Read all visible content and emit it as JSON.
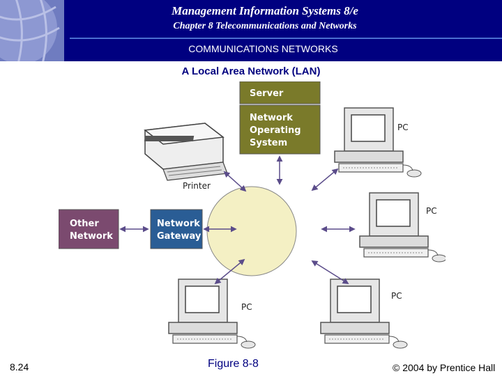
{
  "header": {
    "title": "Management Information Systems 8/e",
    "subtitle": "Chapter 8 Telecommunications and Networks",
    "section": "COMMUNICATIONS NETWORKS"
  },
  "slide": {
    "title": "A Local Area Network (LAN)"
  },
  "diagram": {
    "server_label": "Server",
    "nos_lines": [
      "Network",
      "Operating",
      "System"
    ],
    "printer_label": "Printer",
    "other_network_lines": [
      "Other",
      "Network"
    ],
    "gateway_lines": [
      "Network",
      "Gateway"
    ],
    "pc_labels": [
      "PC",
      "PC",
      "PC",
      "PC"
    ],
    "colors": {
      "server": "#7a7a2a",
      "other_network": "#7b4a6f",
      "gateway": "#2a5d95",
      "hub": "#f4f0c4",
      "arrow": "#5b4c8a"
    }
  },
  "footer": {
    "slide_number": "8.24",
    "figure_label": "Figure 8-8",
    "copyright": "© 2004 by Prentice Hall"
  }
}
